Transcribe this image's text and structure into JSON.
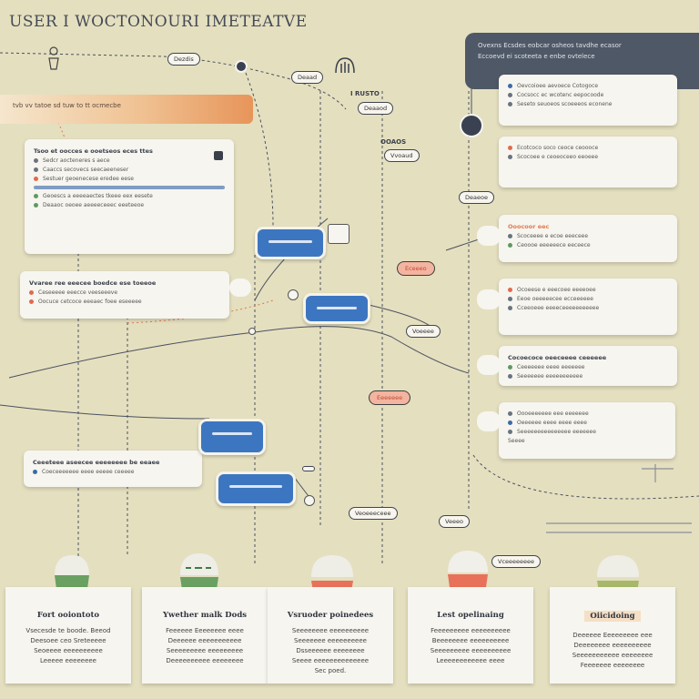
{
  "title": "USER I WOCTONOURI IMETEATVE",
  "header_banner": {
    "text": "tvb vv tatoe sd tuw to tt ocmecbe"
  },
  "top_right_panel": {
    "lines": [
      "Ovexns Ecsdes eobcar osheos tavdhe ecasor",
      "Eccoevd ei scoteeta e enbe ovtelece"
    ]
  },
  "top_tags": {
    "tag_top": "Dezdis",
    "tag_mid": "Deaad",
    "label_right": "I RUSTO",
    "tag_right_mid": "Deaaod",
    "label_ooaos": "OOAOS",
    "tag_vw": "Vvoaud"
  },
  "left_card_1": {
    "heading": "Tsoo et oocces e ooetseos eces ttes",
    "rows": [
      "Sedcr aocteneres s aece",
      "Caaccs secovecs seecaeeneser",
      "Sestuer geoenecese eredee eese",
      "Geoescs a eeeeaectes tkeee eex eesete",
      "Deaaoc oeoee aeeeeceeec eeeteeoe"
    ]
  },
  "left_card_2": {
    "heading": "Vvaree ree eeecee boedce ese toeeoe",
    "rows": [
      "Ceseeeee eeecce veeseeeve",
      "Oocuce cetcoce eeeaec foee eseeeee"
    ]
  },
  "left_card_3": {
    "heading": "Ceeeteee aseecee eeeeeeee be eeaee",
    "rows": [
      "Coeceeeeeee eeee eeeee ceeeee"
    ]
  },
  "right_card_1": {
    "rows": [
      "Oevcoioee aevoece Cotogoce",
      "Cocsocc ec wcotenc eepocoode",
      "Seseto seuoeos scoeeeos econene"
    ]
  },
  "right_card_2": {
    "rows": [
      "Ecotcoco soco ceoce ceoooce",
      "Scocoee e ceoeoceeo eeoeee"
    ]
  },
  "right_card_3": {
    "heading": "Ooocoor eec",
    "rows": [
      "Scoceeee e ecoe eeeceee",
      "Ceoooe eeeeeece eeceece"
    ]
  },
  "right_card_4": {
    "rows": [
      "Ocoeese e eeecoee eeeeoee",
      "Eeoe oeeeeecee ecceeeeee",
      "Cceeoeee eeeeceeeeeeeeeee"
    ]
  },
  "right_card_5": {
    "heading": "Cocoecoce oeeceeee ceeeeee",
    "rows": [
      "Ceeeeeee eeee eeeeeee",
      "Seeeeeee eeeeeeeeeee"
    ]
  },
  "right_card_6": {
    "rows": [
      "Oooeeeeeee eee eeeeeee",
      "Oeeeeee eeee eeee eeee",
      "Seeeeeeeeeeeeeee eeeeeee",
      "Seeee"
    ]
  },
  "mid_tags": {
    "salmon_1": "Eceeeo",
    "salmon_2": "Eeeeeee",
    "tag_mid_a": "Deaeoe",
    "tag_mid_b": "Voeeee",
    "tag_low_a": "Veoeeeceee",
    "tag_low_b": "Veeeo",
    "tag_low_c": "Vceeeeeeee"
  },
  "bottom_cards": [
    {
      "title": "Fort ooiontoto",
      "lines": [
        "Vsecesde te boode. Beeod",
        "Deesoee ceo Sreteeeee",
        "Seoeeee eeeeeeeeee",
        "Leeeee eeeeeeee"
      ]
    },
    {
      "title": "Ywether malk Dods",
      "lines": [
        "Feeeeee Eeeeeeee eeee",
        "Deeeeee eeeeeeeeeee",
        "Seeeeeeeee eeeeeeeee",
        "Deeeeeeeeee eeeeeeee"
      ]
    },
    {
      "title": "Vsruoder poinedees",
      "lines": [
        "Seeeeeeee eeeeeeeeee",
        "Seeeeeee eeeeeeeeee",
        "Dsseeeeee eeeeeeee",
        "Seeee eeeeeeeeeeeeee",
        "Sec poed."
      ]
    },
    {
      "title": "Lest opelinaing",
      "lines": [
        "Feeeeeeeee eeeeeeeeee",
        "Beeeeeeee eeeeeeeeee",
        "Seeeeeeeee eeeeeeeeee",
        "Leeeeeeeeeeee eeee"
      ]
    },
    {
      "title": "Oiicidoing",
      "lines": [
        "Deeeeee Eeeeeeeee eee",
        "Deeeeeeee eeeeeeeeee",
        "Seeeeeeeeeee eeeeeeee",
        "Feeeeeee eeeeeeee"
      ]
    }
  ],
  "colors": {
    "background": "#e4dfbf",
    "accent_blue": "#3d76c0",
    "accent_orange": "#e7955a",
    "accent_green": "#6aa061",
    "accent_red": "#e8715a",
    "panel_dark": "#4f5866"
  },
  "icons": [
    "person-icon",
    "headphones-icon",
    "lock-icon",
    "speech-bubble-icon",
    "helmet-icon"
  ]
}
